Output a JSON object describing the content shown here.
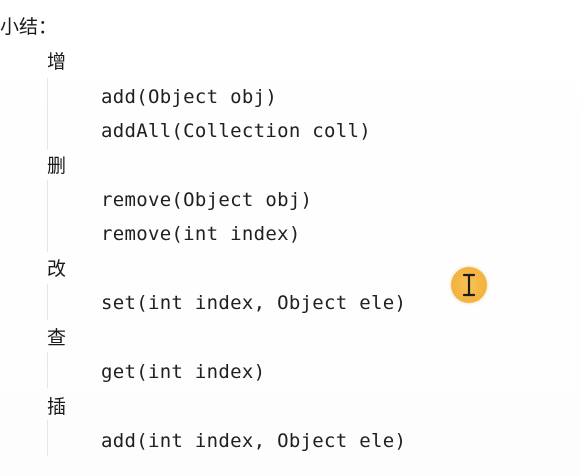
{
  "heading": "小结：",
  "groups": [
    {
      "label": "增",
      "methods": [
        "add(Object obj)",
        "addAll(Collection coll)"
      ]
    },
    {
      "label": "删",
      "methods": [
        "remove(Object obj)",
        "remove(int index)"
      ]
    },
    {
      "label": "改",
      "methods": [
        "set(int index, Object ele)"
      ]
    },
    {
      "label": "查",
      "methods": [
        "get(int index)"
      ]
    },
    {
      "label": "插",
      "methods": [
        "add(int index, Object ele)"
      ]
    }
  ],
  "cursor": {
    "icon": "text-cursor-icon",
    "highlight_color": "#f3b440"
  }
}
